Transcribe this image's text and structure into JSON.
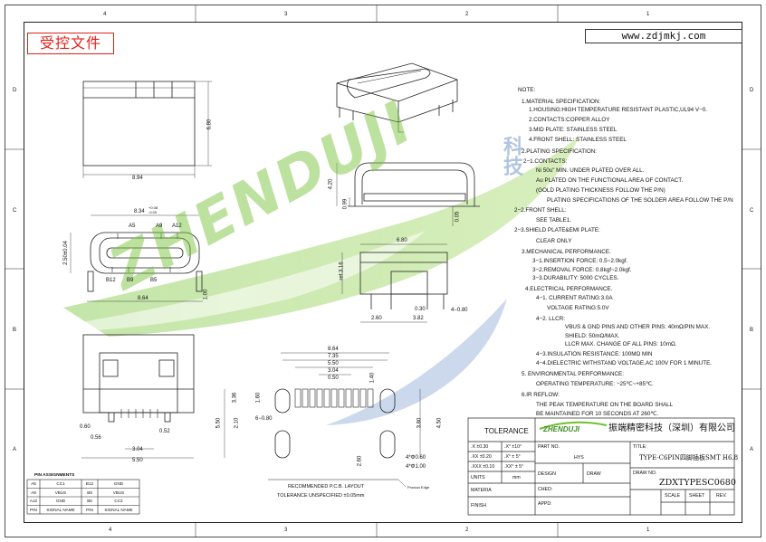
{
  "stamp": "受控文件",
  "website": "www.zdjmkj.com",
  "watermark": {
    "word": "ZHENDUJI",
    "brand_vertical": "科技",
    "color": "#6fc02c",
    "blue": "#3f6fb6"
  },
  "border": {
    "top_cols": [
      "4",
      "3",
      "2",
      "1"
    ],
    "bottom_cols": [
      "4",
      "3",
      "2",
      "1"
    ],
    "left_rows": [
      "D",
      "C",
      "B",
      "A"
    ],
    "right_rows": [
      "D",
      "C",
      "B",
      "A"
    ]
  },
  "dims": {
    "side_height": "6.80",
    "side_width": "8.94",
    "end_top": "8.34",
    "end_top_tol": "+0.08",
    "end_top_tol2": "-0.00",
    "end_height": "2.50±0.04",
    "end_width": "8.64",
    "end_small": "1.00",
    "pin_top": [
      "A5",
      "A9",
      "A12"
    ],
    "pin_bottom": [
      "B12",
      "B9",
      "B5"
    ],
    "bottom_left_a": "0.60",
    "bottom_left_b": "0.56",
    "bottom_w1": "3.04",
    "bottom_w2": "5.50",
    "bottom_right": "0.52",
    "iso_h": "4.20",
    "iso_small": "0.99",
    "iso_right": "0.05",
    "side2_w": "6.80",
    "side2_ref": "ref.3.16",
    "side2_a": "2.60",
    "side2_b": "3.82",
    "side2_c": "0.30",
    "side2_d": "4−0.80",
    "pcb_top1": "8.64",
    "pcb_top2": "7.35",
    "pcb_top3": "5.50",
    "pcb_top4": "3.04",
    "pcb_top5": "0.50",
    "pcb_top6": "1.40",
    "pcb_left1": "3.36",
    "pcb_left2": "1.60",
    "pcb_left3": "5.50",
    "pcb_left4": "2.10",
    "pcb_left5": "6−0.80",
    "pcb_right1": "3.80",
    "pcb_right2": "4.50",
    "pcb_low1": "2.60",
    "pcb_hole1": "4*Φ0.60",
    "pcb_hole2": "4*Φ1.00",
    "pcb_edge": "Product Edge",
    "pcb_title": "RECOMMENDED P.C.B. LAYOUT",
    "pcb_tol": "TOLERANCE UNSPECIFIED ±0.05mm"
  },
  "notes": [
    "NOTE:",
    "1.MATERIAL SPECIFICATION:",
    "1.HOUSING:HIGH TEMPERATURE RESISTANT PLASTIC,UL94 V−0.",
    "2.CONTACTS:COPPER ALLOY",
    "3.MID PLATE: STAINLESS STEEL",
    "4.FRONT SHELL: STAINLESS STEEL",
    "2.PLATING SPECIFICATION:",
    "2−1.CONTACTS:",
    "Ni 50u\" MIN. UNDER PLATED OVER ALL.",
    "Au PLATED ON THE FUNCTIONAL AREA OF CONTACT.",
    "(GOLD PLATING THICKNESS FOLLOW THE P/N)",
    "PLATING SPECIFICATIONS OF THE SOLDER AREA FOLLOW THE P/N",
    "2−2.FRONT SHELL:",
    "SEE TABLE1.",
    "2−3.SHIELD PLATE&EMI PLATE:",
    "CLEAR ONLY",
    "3.MECHANICAL PERFORMANCE.",
    "3−1.INSERTION FORCE: 0.5~2.0kgf.",
    "3−2.REMOVAL FORCE: 0.8kgf~2.0kgf.",
    "3−3.DURABILITY: 5000 CYCLES.",
    "4.ELECTRICAL PERFORMANCE.",
    "4−1. CURRENT RATING:3.0A",
    "VOLTAGE RATING:5.0V",
    "4−2. LLCR:",
    "VBUS & GND PINS AND OTHER PINS: 40mΩ/PIN MAX.",
    "SHIELD: 50mΩ/MAX.",
    "LLCR MAX. CHANGE OF ALL PINS: 10mΩ.",
    "4−3.INSULATION RESISTANCE: 100MΩ  MIN",
    "4−4.DIELECTRIC WITHSTAND VOLTAGE,AC 100V FOR 1 MINUTE.",
    "5. ENVIRONMENTAL PERFORMANCE:",
    "OPERATING TEMPERATURE: −25℃~+85℃.",
    "6.IR REFLOW:",
    "THE PEAK TEMPERATURE ON THE BOARD SHALL",
    "BE MAINTAINED FOR 10 SECONDS AT 260℃."
  ],
  "titleblock": {
    "tolerance": "TOLERANCE",
    "tol_rows": [
      {
        "a": ".X  ±0.30",
        "b": ".X°  ±10°"
      },
      {
        "a": ".XX  ±0.20",
        "b": ".X°  ± 5°"
      },
      {
        "a": ".XXX ±0.10",
        "b": ".XX° ± 5°"
      }
    ],
    "units_label": "UNITS",
    "units_value": "mm",
    "material": "MATERIA",
    "finish": "FINISH",
    "logo": "ZHENDUJI",
    "company": "振端精密科技（深圳）有限公司",
    "part_no": "PART NO.",
    "hys": "HYS",
    "design": "DESIGN",
    "draw": "DRAW",
    "ched": "CHED:",
    "appd": "APPD:",
    "title_label": "TITLE:",
    "title_value": "TYPE-C6PIN四脚插板SMT H6.8",
    "drawing_no_label": "DRAW NO.",
    "drawing_no": "ZDXTYPESC0680",
    "scale": "SCALE",
    "sheet": "SHEET",
    "rev": "REV."
  },
  "pin_table": {
    "title": "PIN ASSIGNMENTS",
    "rows": [
      [
        "A5",
        "CC1",
        "B12",
        "GND"
      ],
      [
        "A9",
        "VBUS",
        "B9",
        "VBUS"
      ],
      [
        "A12",
        "GND",
        "B5",
        "CC2"
      ],
      [
        "PIN",
        "SIGNAL NAME",
        "PIN",
        "SIGNAL NAME"
      ]
    ]
  }
}
